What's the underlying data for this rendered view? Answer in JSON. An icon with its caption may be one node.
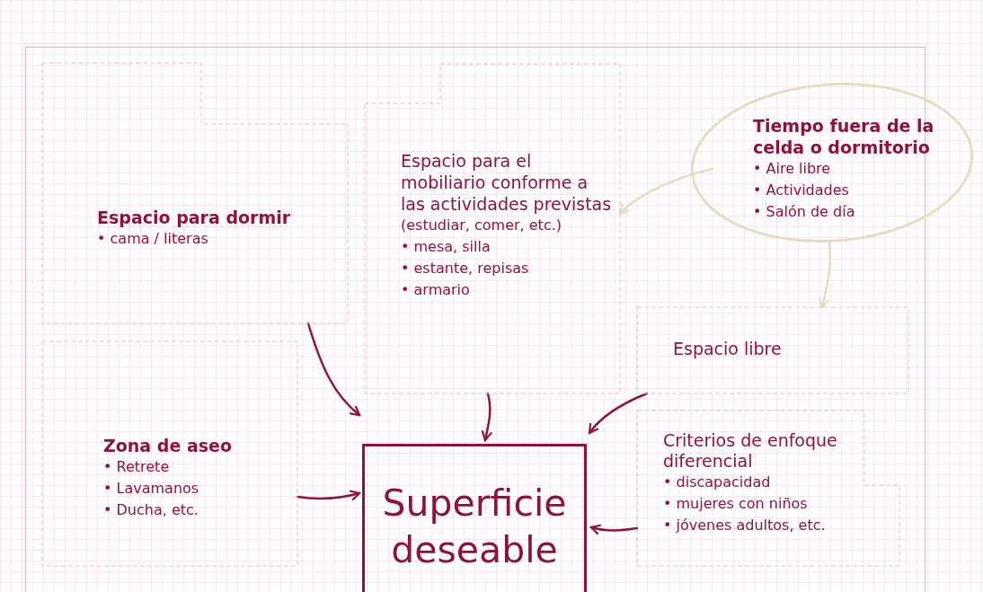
{
  "diagram": {
    "nodes": [
      {
        "text": [
          "Espacio para dormir",
          "• cama / literas"
        ]
      },
      {
        "text": [
          "Espacio para el mobiliario conforme a las actividades previstas",
          "(estudiar, comer, etc.)",
          "• mesa, silla",
          "• estante, repisas",
          "• armario"
        ]
      },
      {
        "text": [
          "Tiempo fuera de la celda o dormitorio",
          "• Aire libre",
          "• Actividades",
          "• Salón de día"
        ]
      },
      {
        "text": [
          "Espacio libre"
        ]
      },
      {
        "text": [
          "Zona de aseo",
          "• Retrete",
          "• Lavamanos",
          "• Ducha, etc."
        ]
      },
      {
        "text": [
          "Criterios de enfoque diferencial",
          "• discapacidad",
          "• mujeres con niños",
          "• jóvenes adultos, etc."
        ]
      },
      {
        "text": [
          "Superficie deseable"
        ]
      }
    ],
    "edges": [
      {
        "from": 0,
        "to": 6,
        "arrow": "to"
      },
      {
        "from": 1,
        "to": 6,
        "arrow": "to"
      },
      {
        "from": 3,
        "to": 6,
        "arrow": "to"
      },
      {
        "from": 4,
        "to": 6,
        "arrow": "to"
      },
      {
        "from": 5,
        "to": 6,
        "arrow": "to"
      },
      {
        "from": 2,
        "to": 1,
        "arrow": "to",
        "color": "#e6dcc2"
      },
      {
        "from": 2,
        "to": 3,
        "arrow": "to",
        "color": "#e6dcc2"
      }
    ]
  }
}
